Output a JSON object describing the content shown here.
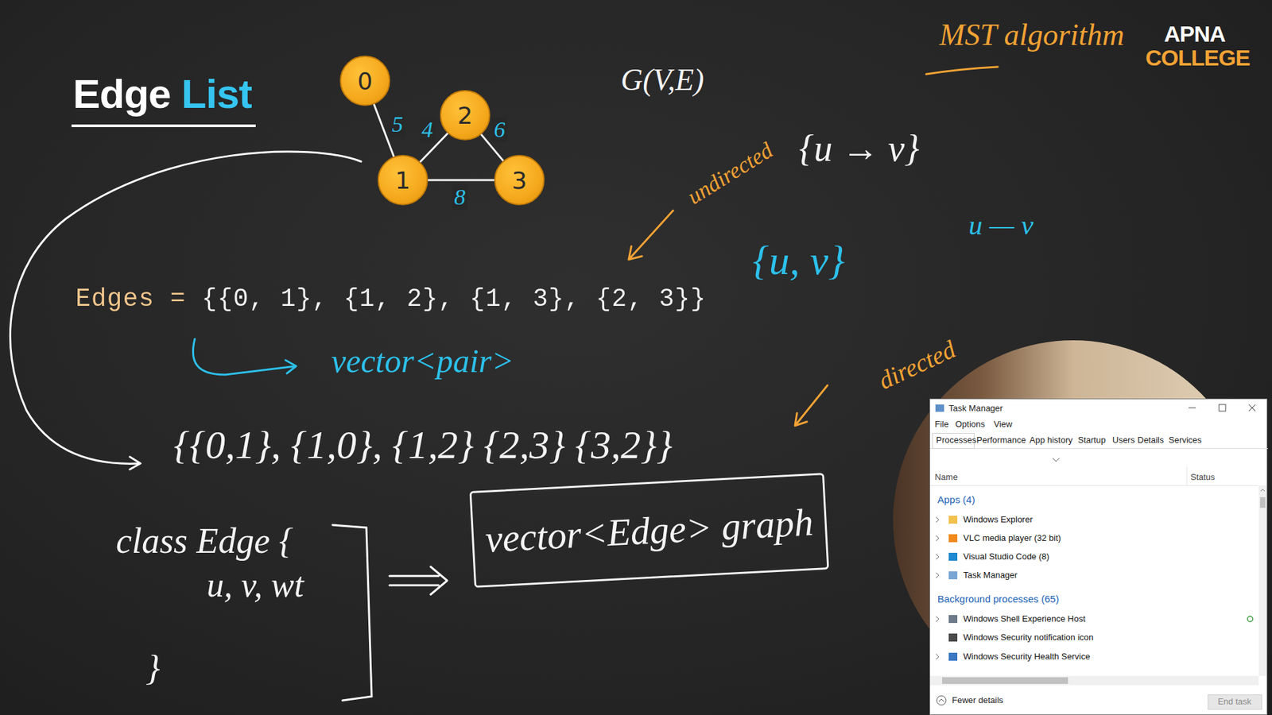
{
  "diagram": {
    "title": "Edge List",
    "nodes": [
      {
        "text": [
          "0"
        ]
      },
      {
        "text": [
          "1"
        ]
      },
      {
        "text": [
          "2"
        ]
      },
      {
        "text": [
          "3"
        ]
      },
      {
        "text": [
          "vector<Edge> graph"
        ]
      },
      {
        "text": [
          "Task Manager",
          "File",
          "Options",
          "View",
          "Processes",
          "Performance",
          "App history",
          "Startup",
          "Users",
          "Details",
          "Services",
          "Name",
          "Status",
          "Apps (4)",
          "Windows Explorer",
          "VLC media player (32 bit)",
          "Visual Studio Code (8)",
          "Task Manager",
          "Background processes (65)",
          "Windows Shell Experience Host",
          "Windows Security notification icon",
          "Windows Security Health Service",
          "Fewer details",
          "End task"
        ]
      }
    ],
    "edges": [
      {
        "from": 0,
        "to": 1,
        "label": "5",
        "arrow": "none"
      },
      {
        "from": 1,
        "to": 2,
        "label": "4",
        "arrow": "none"
      },
      {
        "from": 2,
        "to": 3,
        "label": "6",
        "arrow": "none"
      },
      {
        "from": 1,
        "to": 3,
        "label": "8",
        "arrow": "none"
      }
    ],
    "labels": [
      "MST algorithm",
      "APNA",
      "COLLEGE",
      "G(V,E)",
      "undirected",
      "{u → v}",
      "u — v",
      "{u, v}",
      "Edges = {{0, 1}, {1, 2}, {1, 3}, {2, 3}}",
      "vector<pair>",
      "directed",
      "{{0,1}, {1,0}, {1,2} {2,3} {3,2}}",
      "class Edge {",
      "u, v, wt",
      "}"
    ]
  }
}
